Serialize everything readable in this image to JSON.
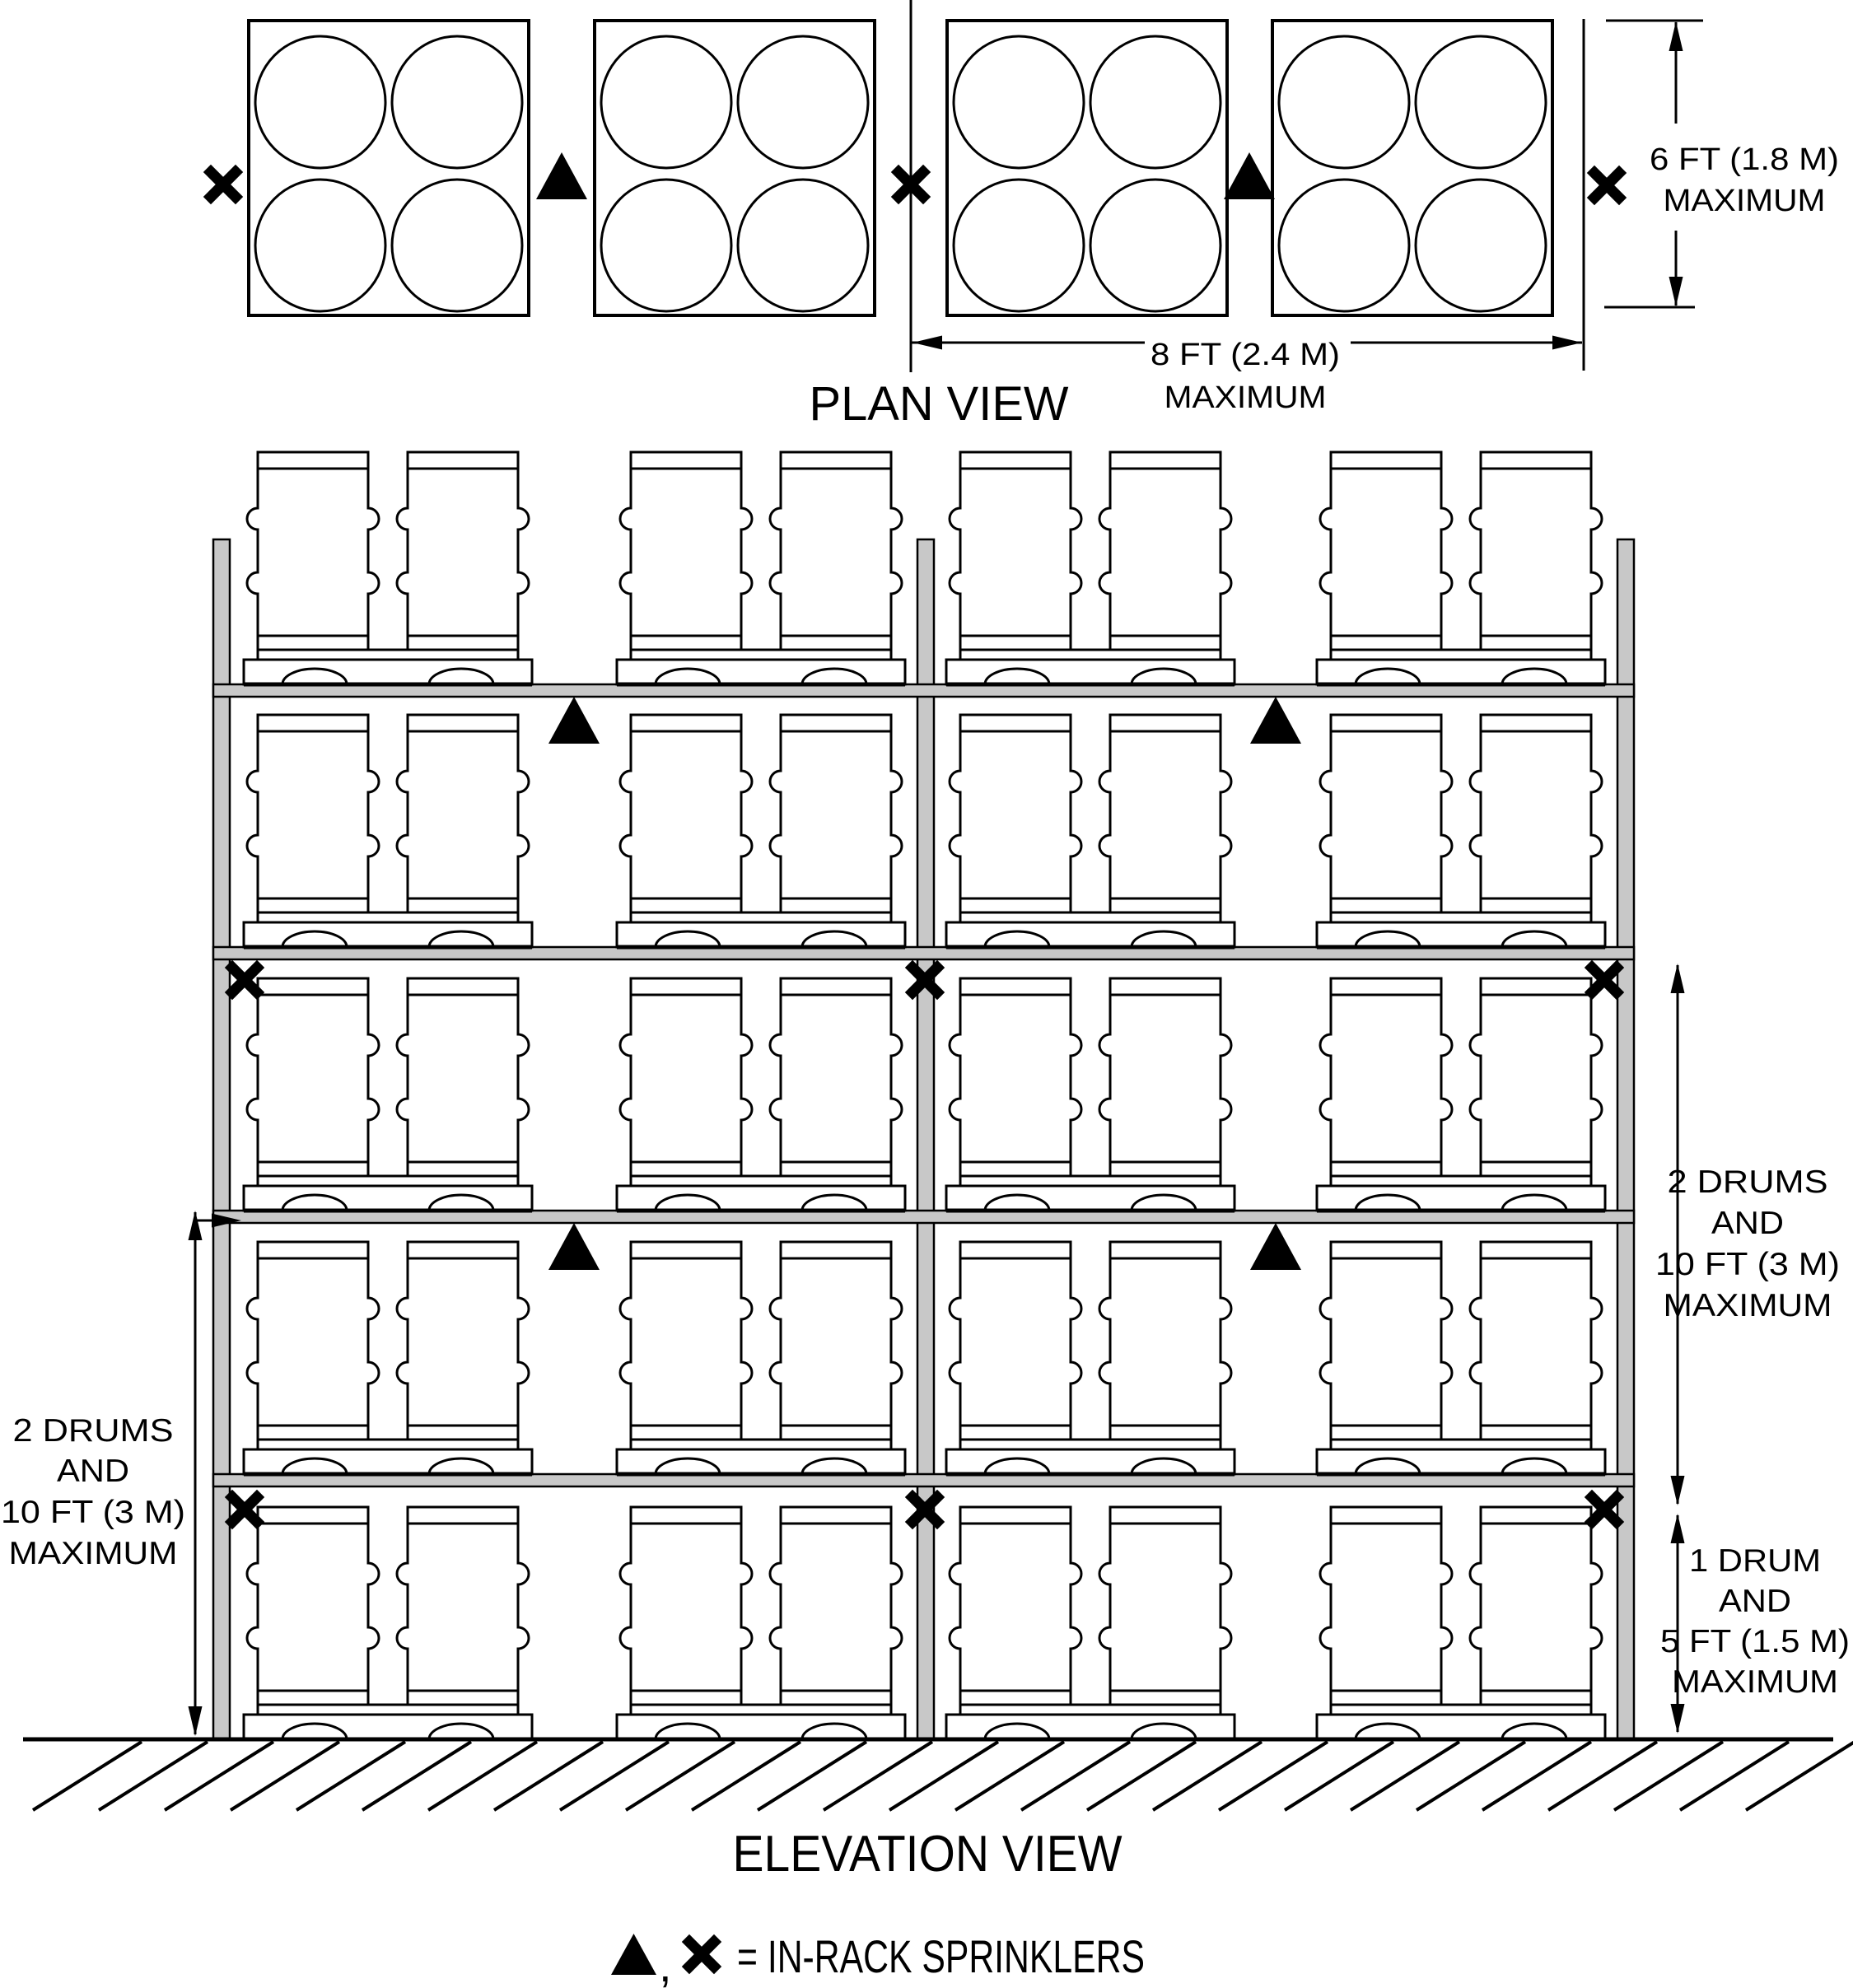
{
  "document": {
    "type": "technical-figure",
    "subject": "Palletized drum storage rack with in-rack sprinklers"
  },
  "plan_view": {
    "title": "PLAN VIEW",
    "pallet_count": 4,
    "drums_per_pallet": 4,
    "depth_dimension": {
      "line1": "6 FT (1.8 M)",
      "line2": "MAXIMUM"
    },
    "width_dimension": {
      "line1": "8 FT (2.4 M)",
      "line2": "MAXIMUM"
    }
  },
  "elevation_view": {
    "title": "ELEVATION VIEW",
    "storage_levels": 5,
    "pallets_per_level": 4,
    "drums_per_pallet": 2,
    "left_dimension": {
      "line1": "2 DRUMS",
      "line2": "AND",
      "line3": "10 FT (3 M)",
      "line4": "MAXIMUM"
    },
    "right_upper_dimension": {
      "line1": "2 DRUMS",
      "line2": "AND",
      "line3": "10 FT (3 M)",
      "line4": "MAXIMUM"
    },
    "right_lower_dimension": {
      "line1": "1 DRUM",
      "line2": "AND",
      "line3": "5 FT (1.5 M)",
      "line4": "MAXIMUM"
    }
  },
  "legend": {
    "separator": ",",
    "label": "= IN-RACK SPRINKLERS",
    "symbols": [
      "triangle-sprinkler-icon",
      "x-sprinkler-icon"
    ]
  },
  "colors": {
    "ink": "#000000",
    "steel_gray": "#c8c8c8",
    "background": "#ffffff"
  }
}
